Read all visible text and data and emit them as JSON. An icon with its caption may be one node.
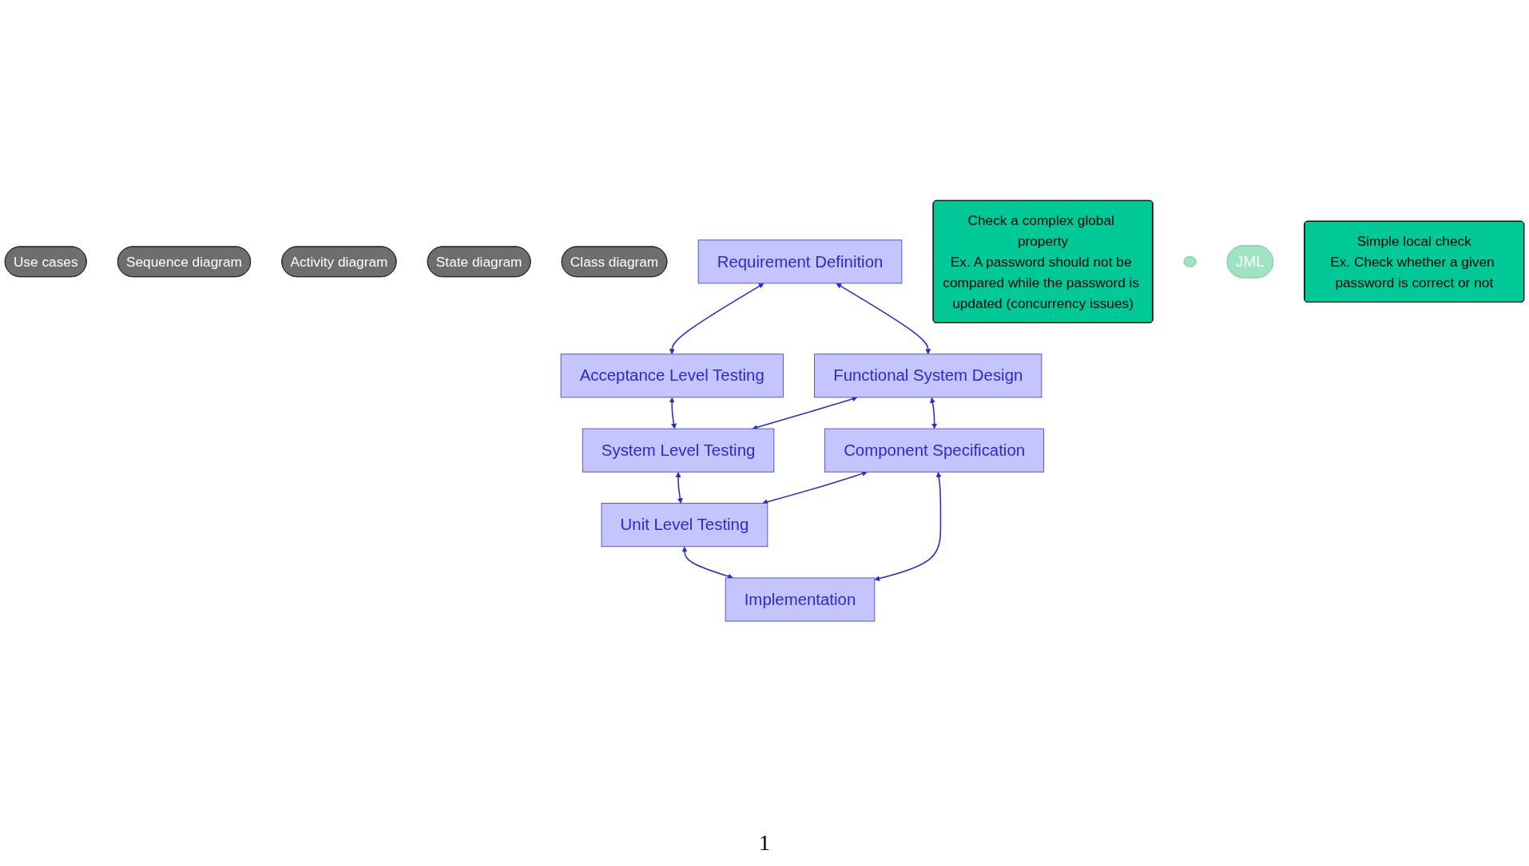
{
  "diagram": {
    "nodes": [
      {
        "text": [
          "Use cases"
        ]
      },
      {
        "text": [
          "Sequence diagram"
        ]
      },
      {
        "text": [
          "Activity diagram"
        ]
      },
      {
        "text": [
          "State diagram"
        ]
      },
      {
        "text": [
          "Class diagram"
        ]
      },
      {
        "text": [
          "Requirement Definition"
        ]
      },
      {
        "text": [
          "Acceptance Level Testing"
        ]
      },
      {
        "text": [
          "Check a complex global property",
          "Ex. A password should not be compared while the password is updated (concurrency issues)"
        ]
      },
      {
        "text": [
          "Functional System Design"
        ]
      },
      {
        "text": [
          "System Level Testing"
        ]
      },
      {
        "text": [],
        "shape": "ellipse"
      },
      {
        "text": [
          "JML"
        ]
      },
      {
        "text": [
          "Component Specification"
        ]
      },
      {
        "text": [
          "Unit Level Testing"
        ]
      },
      {
        "text": [
          "Implementation"
        ]
      },
      {
        "text": [
          "Simple local check",
          "Ex. Check whether a given password is correct or not"
        ]
      }
    ],
    "edges": [
      {
        "from": 5,
        "to": 6,
        "arrow": "both"
      },
      {
        "from": 5,
        "to": 8,
        "arrow": "both"
      },
      {
        "from": 6,
        "to": 9,
        "arrow": "both"
      },
      {
        "from": 8,
        "to": 9,
        "arrow": "both"
      },
      {
        "from": 8,
        "to": 12,
        "arrow": "both"
      },
      {
        "from": 9,
        "to": 13,
        "arrow": "both"
      },
      {
        "from": 12,
        "to": 13,
        "arrow": "both"
      },
      {
        "from": 12,
        "to": 14,
        "arrow": "both"
      },
      {
        "from": 13,
        "to": 14,
        "arrow": "both"
      }
    ],
    "labels": [
      "1"
    ]
  }
}
